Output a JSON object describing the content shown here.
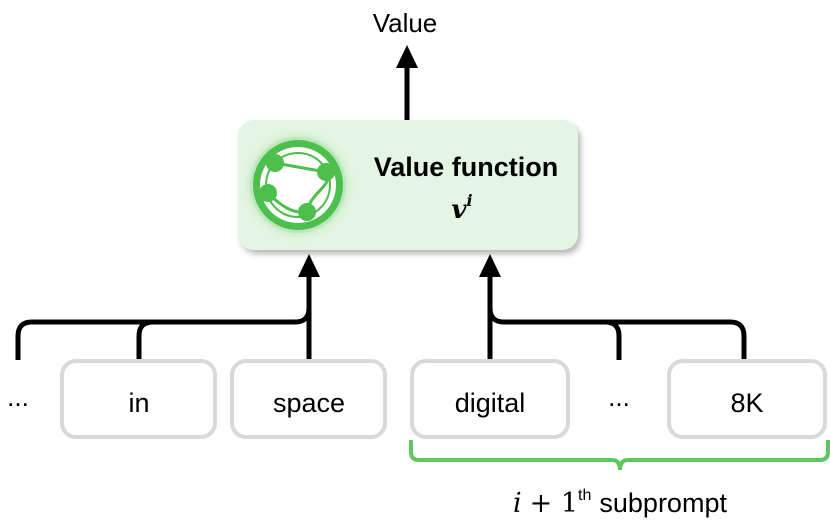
{
  "output_label": "Value",
  "value_box": {
    "title": "Value function",
    "symbol": "v",
    "symbol_superscript": "i",
    "icon": "network-nodes-icon"
  },
  "tokens": [
    {
      "text": "...",
      "boxed": false
    },
    {
      "text": "in",
      "boxed": true
    },
    {
      "text": "space",
      "boxed": true
    },
    {
      "text": "digital",
      "boxed": true
    },
    {
      "text": "...",
      "boxed": false
    },
    {
      "text": "8K",
      "boxed": true
    }
  ],
  "subprompt_label": {
    "var": "i",
    "op": "+ 1",
    "sup": "th",
    "rest": "subprompt"
  },
  "colors": {
    "green_accent": "#5ec85e",
    "box_fill": "#e4f5e3",
    "token_border": "#d9d9d9",
    "arrow": "#000000"
  }
}
